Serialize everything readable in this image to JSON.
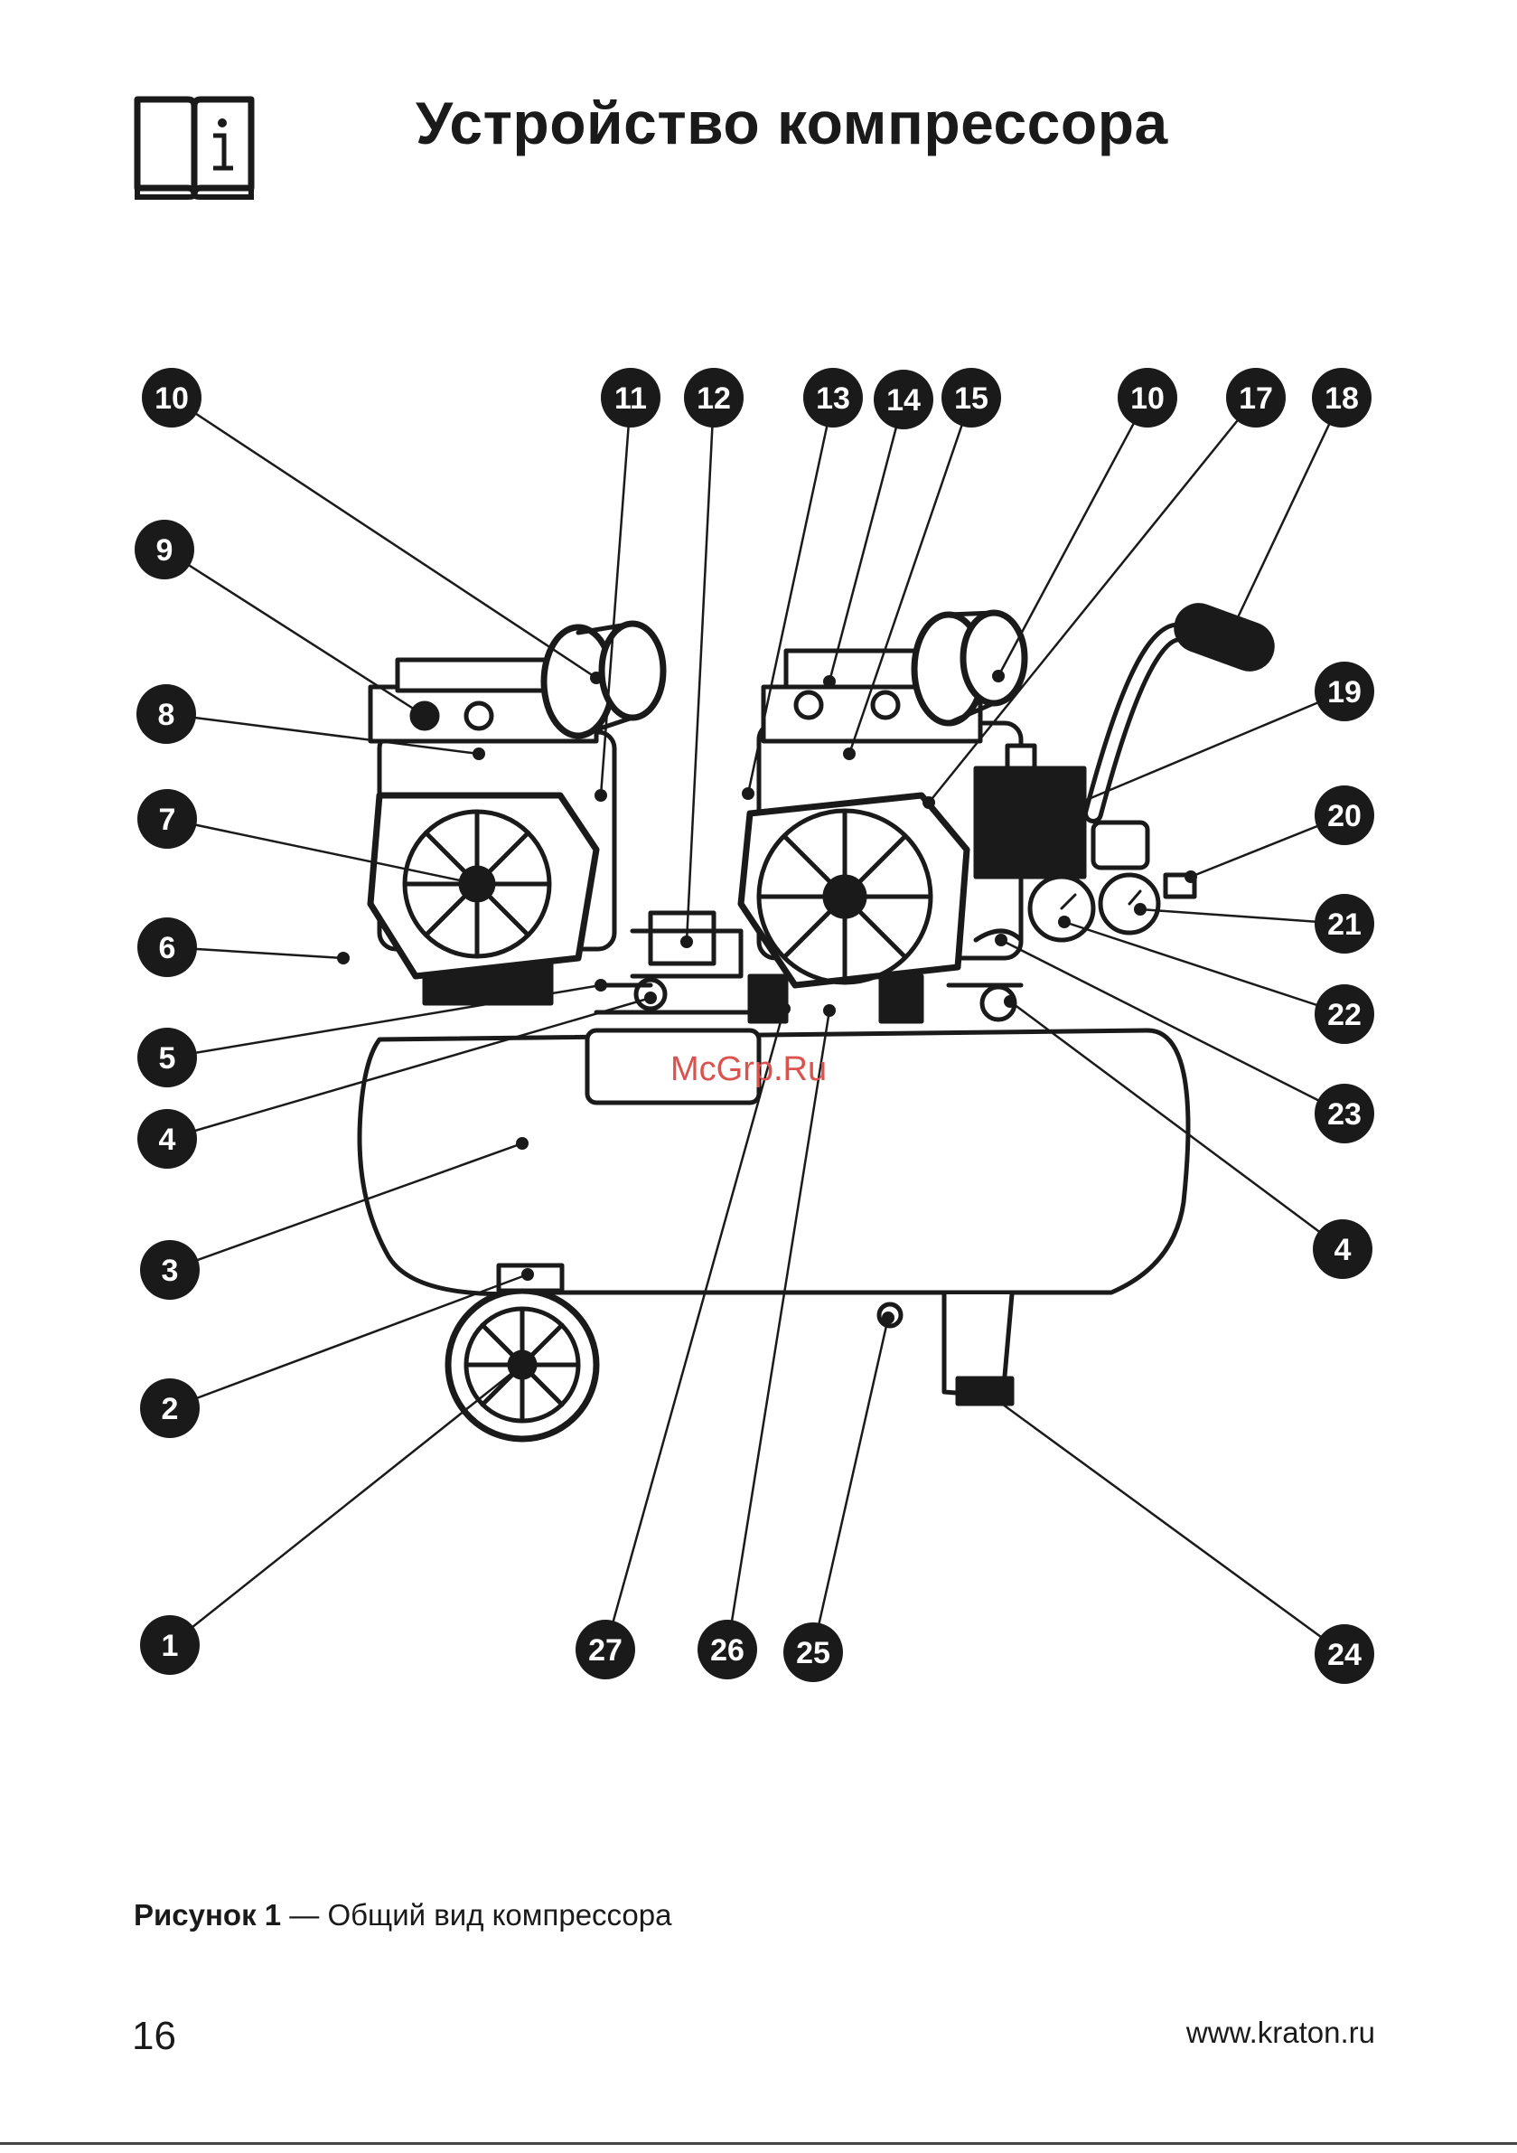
{
  "header": {
    "title": "Устройство компрессора",
    "icon": "book-info-icon"
  },
  "watermark": "McGrp.Ru",
  "callouts": [
    {
      "id": "c1",
      "label": "1"
    },
    {
      "id": "c2",
      "label": "2"
    },
    {
      "id": "c3",
      "label": "3"
    },
    {
      "id": "c4a",
      "label": "4"
    },
    {
      "id": "c4b",
      "label": "4"
    },
    {
      "id": "c5",
      "label": "5"
    },
    {
      "id": "c6",
      "label": "6"
    },
    {
      "id": "c7",
      "label": "7"
    },
    {
      "id": "c8",
      "label": "8"
    },
    {
      "id": "c9",
      "label": "9"
    },
    {
      "id": "c10a",
      "label": "10"
    },
    {
      "id": "c10b",
      "label": "10"
    },
    {
      "id": "c11",
      "label": "11"
    },
    {
      "id": "c12",
      "label": "12"
    },
    {
      "id": "c13",
      "label": "13"
    },
    {
      "id": "c14",
      "label": "14"
    },
    {
      "id": "c15",
      "label": "15"
    },
    {
      "id": "c17",
      "label": "17"
    },
    {
      "id": "c18",
      "label": "18"
    },
    {
      "id": "c19",
      "label": "19"
    },
    {
      "id": "c20",
      "label": "20"
    },
    {
      "id": "c21",
      "label": "21"
    },
    {
      "id": "c22",
      "label": "22"
    },
    {
      "id": "c23",
      "label": "23"
    },
    {
      "id": "c24",
      "label": "24"
    },
    {
      "id": "c25",
      "label": "25"
    },
    {
      "id": "c26",
      "label": "26"
    },
    {
      "id": "c27",
      "label": "27"
    }
  ],
  "caption": {
    "prefix": "Рисунок 1",
    "text": " — Общий вид компрессора"
  },
  "footer": {
    "page_number": "16",
    "website": "www.kraton.ru"
  }
}
